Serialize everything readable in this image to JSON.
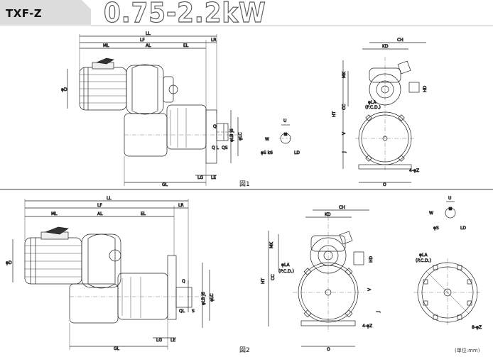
{
  "header": {
    "model": "TXF-Z",
    "power": "0.75-2.2kW"
  },
  "figures": [
    {
      "caption": "図1",
      "labels": {
        "LL": "LL",
        "LR": "LR",
        "LF": "LF",
        "ML": "ML",
        "AL": "AL",
        "EL": "EL",
        "D": "φD",
        "GL": "GL",
        "LG": "LG",
        "LE": "LE",
        "Q": "Q",
        "QL": "Q L",
        "QS": "QS",
        "LB": "φLB j6",
        "LC": "φLC",
        "U": "U",
        "W": "W",
        "LD": "LD",
        "S": "φS k6",
        "CH": "CH",
        "KD": "KD",
        "MK": "MK",
        "HT": "HT",
        "CC": "CC",
        "V": "V",
        "J": "J",
        "O": "O",
        "HD": "HD",
        "Z": "4-φZ",
        "LA": "φLA",
        "PCD": "(P.C.D.)"
      }
    },
    {
      "caption": "図2",
      "labels": {
        "LL": "LL",
        "LR": "LR",
        "LF": "LF",
        "ML": "ML",
        "AL": "AL",
        "EL": "EL",
        "D": "φD",
        "GL": "GL",
        "LG": "LG",
        "LE": "LE",
        "Q": "Q",
        "QL": "QL",
        "QS": "S",
        "LB": "φLB j6",
        "LC": "φLC",
        "U": "U",
        "W": "W",
        "LD": "LD",
        "S": "φS",
        "CH": "CH",
        "KD": "KD",
        "MK": "MK",
        "HT": "HT",
        "CC": "CC",
        "V": "V",
        "J": "J",
        "O": "O",
        "HD": "HD",
        "Z": "4-φZ",
        "LA": "φLA",
        "PCD": "(P.C.D.)",
        "Z8": "8-φZ"
      }
    }
  ],
  "unit": "(単位:mm)"
}
